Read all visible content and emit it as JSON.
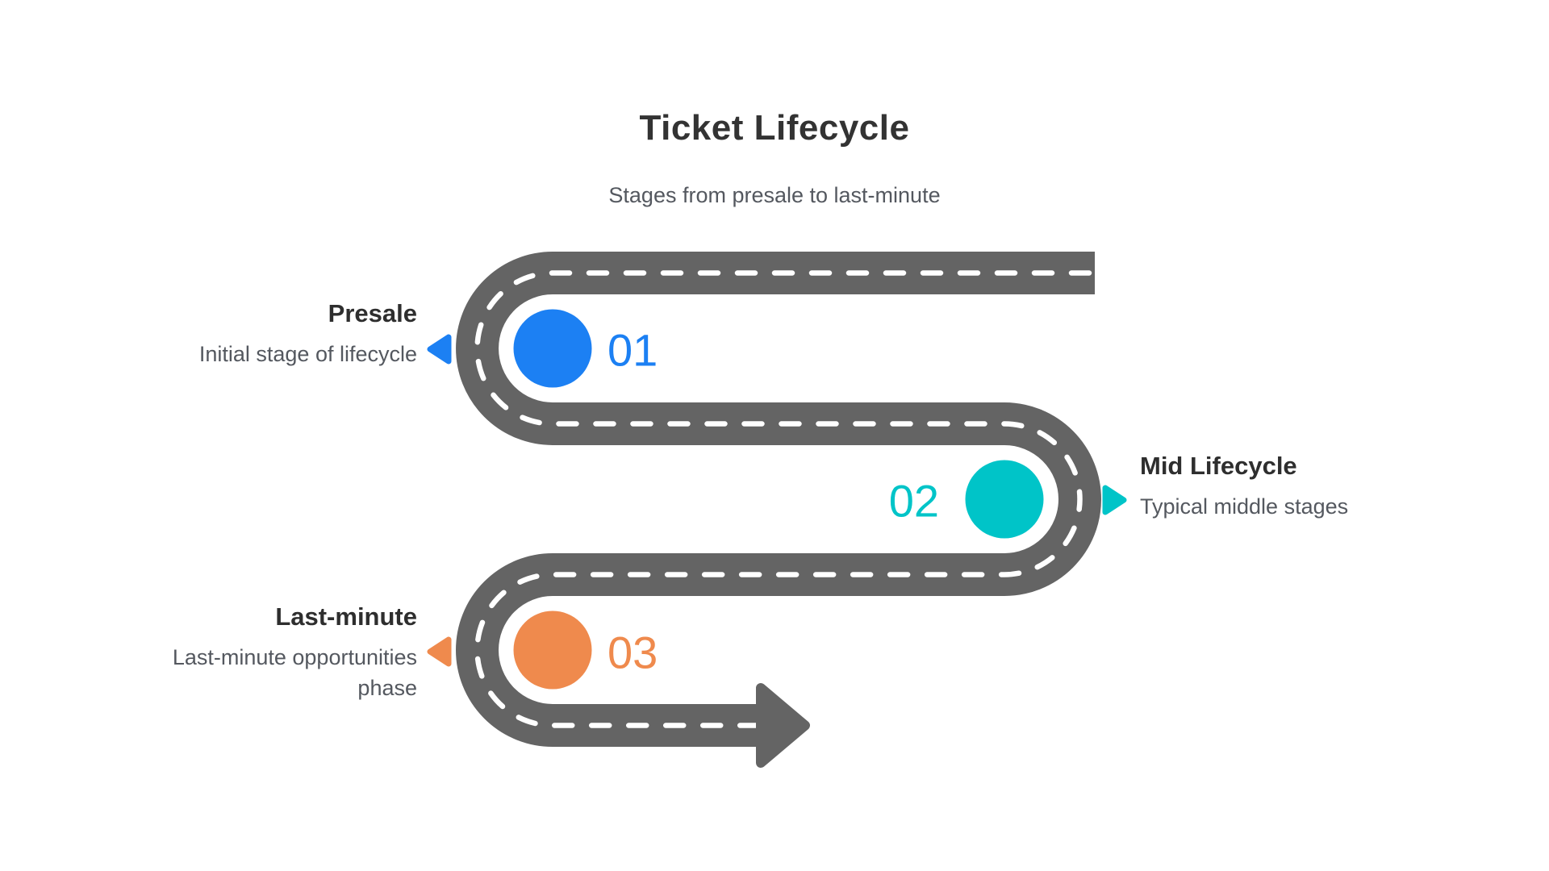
{
  "header": {
    "title": "Ticket Lifecycle",
    "subtitle": "Stages from presale to last-minute"
  },
  "road": {
    "color": "#646464",
    "dash_color": "#ffffff"
  },
  "stages": [
    {
      "number": "01",
      "title": "Presale",
      "description": "Initial stage of lifecycle",
      "color": "#1c80f3",
      "label_side": "left"
    },
    {
      "number": "02",
      "title": "Mid Lifecycle",
      "description": "Typical middle stages",
      "color": "#00c4c8",
      "label_side": "right"
    },
    {
      "number": "03",
      "title": "Last-minute",
      "description": "Last-minute opportunities phase",
      "color": "#ef8a4d",
      "label_side": "left"
    }
  ],
  "text_colors": {
    "title": "#333333",
    "stage_title": "#2e2e2e",
    "description": "#54585f"
  }
}
